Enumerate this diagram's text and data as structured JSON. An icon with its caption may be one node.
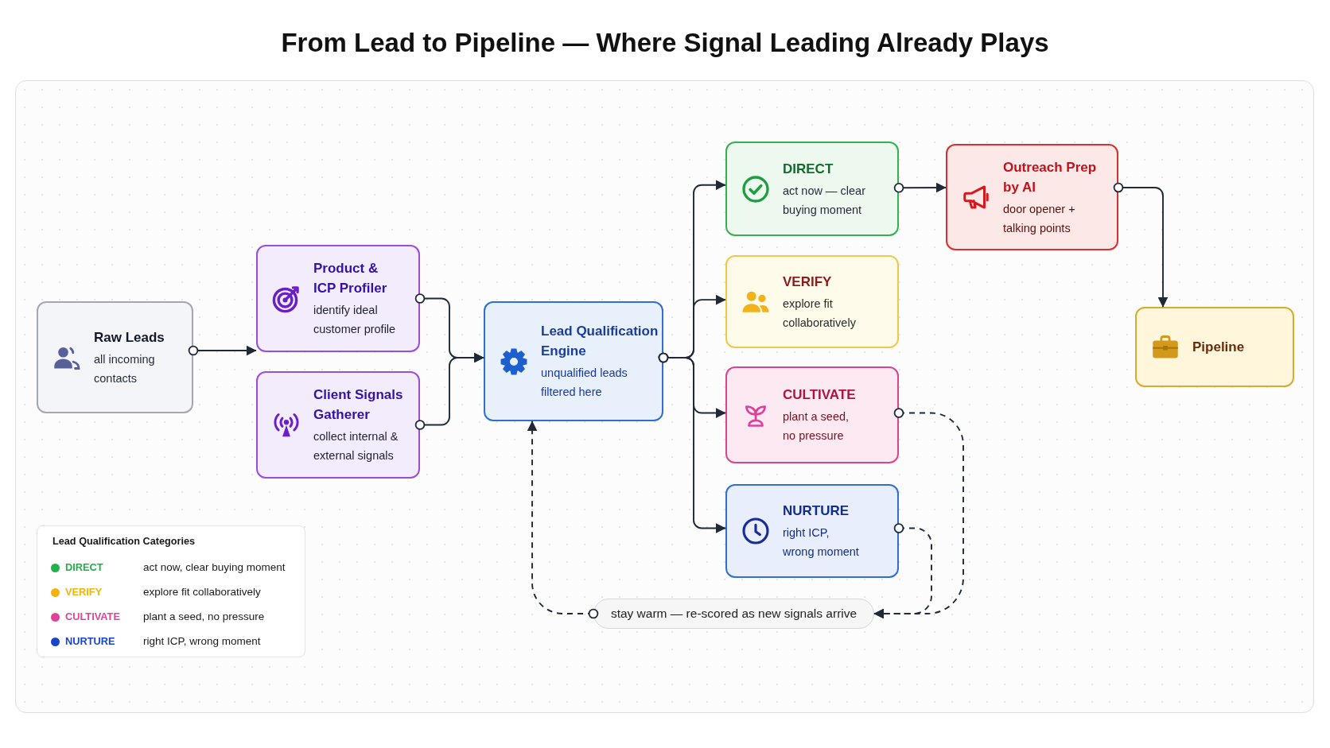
{
  "diagram": {
    "title": "From Lead to Pipeline — Where Signal Leading Already Plays",
    "nodes": [
      {
        "text": [
          "Raw Leads",
          "all incoming contacts"
        ]
      },
      {
        "text": [
          "Product & ICP Profiler",
          "identify ideal customer profile"
        ]
      },
      {
        "text": [
          "Client Signals Gatherer",
          "collect internal & external signals"
        ]
      },
      {
        "text": [
          "Lead Qualification Engine",
          "unqualified leads filtered here"
        ]
      },
      {
        "text": [
          "DIRECT",
          "act now — clear buying moment"
        ]
      },
      {
        "text": [
          "VERIFY",
          "explore fit collaboratively"
        ]
      },
      {
        "text": [
          "CULTIVATE",
          "plant a seed, no pressure"
        ]
      },
      {
        "text": [
          "NURTURE",
          "right ICP, wrong moment"
        ]
      },
      {
        "text": [
          "Outreach Prep by AI",
          "door opener + talking points"
        ]
      },
      {
        "text": [
          "Pipeline"
        ]
      },
      {
        "text": [
          "stay warm — re-scored as new signals arrive"
        ]
      }
    ],
    "edges": [
      {
        "from": 0,
        "to": 1,
        "arrow": "to"
      },
      {
        "from": 1,
        "to": 3,
        "arrow": "to"
      },
      {
        "from": 2,
        "to": 3,
        "arrow": "to"
      },
      {
        "from": 3,
        "to": 4,
        "arrow": "to"
      },
      {
        "from": 3,
        "to": 5,
        "arrow": "to"
      },
      {
        "from": 3,
        "to": 6,
        "arrow": "to"
      },
      {
        "from": 3,
        "to": 7,
        "arrow": "to"
      },
      {
        "from": 4,
        "to": 8,
        "arrow": "to"
      },
      {
        "from": 8,
        "to": 9,
        "arrow": "to"
      },
      {
        "from": 6,
        "to": 10,
        "arrow": "to",
        "style": "dashed"
      },
      {
        "from": 7,
        "to": 10,
        "arrow": "to",
        "style": "dashed"
      },
      {
        "from": 10,
        "to": 3,
        "arrow": "to",
        "style": "dashed"
      }
    ],
    "labels": [
      "Lead Qualification Categories",
      "act now, clear buying moment",
      "explore fit collaboratively",
      "plant a seed, no pressure",
      "right ICP, wrong moment"
    ],
    "legend": [
      {
        "text": "DIRECT",
        "color": "#22b04a"
      },
      {
        "text": "VERIFY",
        "color": "#f4b40c"
      },
      {
        "text": "CULTIVATE",
        "color": "#e0449a"
      },
      {
        "text": "NURTURE",
        "color": "#1a44cc"
      }
    ]
  }
}
